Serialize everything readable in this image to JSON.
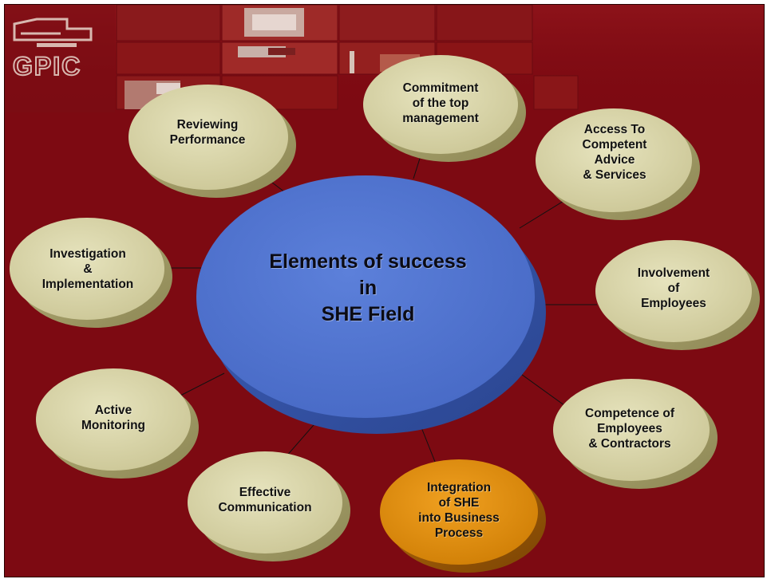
{
  "logo": {
    "text": "GPIC"
  },
  "diagram": {
    "center": {
      "lines": [
        "Elements of success",
        "in",
        "SHE Field"
      ]
    },
    "nodes": [
      {
        "id": "commitment",
        "lines": [
          "Commitment",
          "of the top",
          "management"
        ]
      },
      {
        "id": "access",
        "lines": [
          "Access To",
          "Competent",
          "Advice",
          "& Services"
        ]
      },
      {
        "id": "involvement",
        "lines": [
          "Involvement",
          "of",
          "Employees"
        ]
      },
      {
        "id": "competence",
        "lines": [
          "Competence of",
          "Employees",
          "& Contractors"
        ]
      },
      {
        "id": "integration",
        "lines": [
          "Integration",
          "of SHE",
          "into Business",
          "Process"
        ]
      },
      {
        "id": "communication",
        "lines": [
          "Effective",
          "Communication"
        ]
      },
      {
        "id": "monitoring",
        "lines": [
          "Active",
          "Monitoring"
        ]
      },
      {
        "id": "investigation",
        "lines": [
          "Investigation",
          "&",
          "Implementation"
        ]
      },
      {
        "id": "reviewing",
        "lines": [
          "Reviewing",
          "Performance"
        ]
      }
    ]
  },
  "colors": {
    "background": "#7d0a12",
    "center_disc": "#5276d2",
    "node_disc": "#d8d4a6",
    "highlight_disc": "#de8a08",
    "connector": "#111111"
  }
}
